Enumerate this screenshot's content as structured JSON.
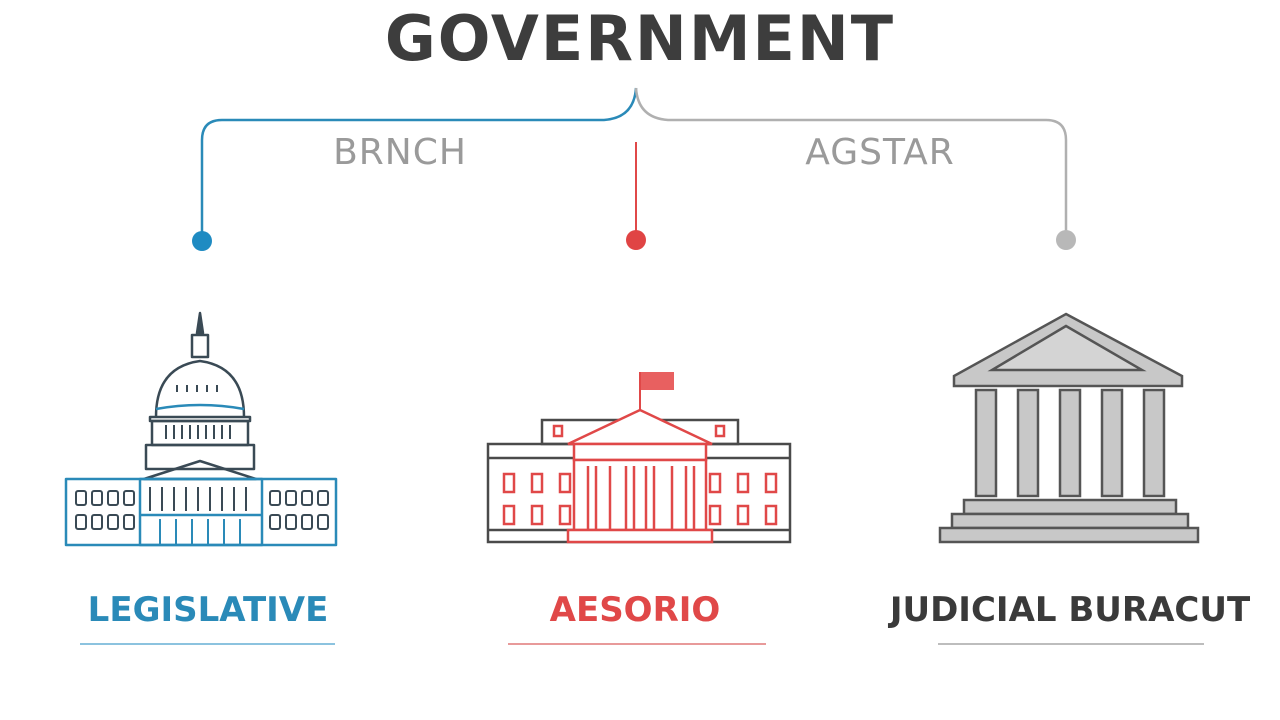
{
  "title": "GOVERNMENT",
  "connector_labels": {
    "left": "BRNCH",
    "right": "AGSTAR"
  },
  "colors": {
    "title": "#3d3d3d",
    "legislative": "#2a8ab8",
    "executive": "#e04848",
    "judicial": "#a8a8a8",
    "judicial_text": "#3a3a3a",
    "label_gray": "#9a9a9a"
  },
  "branches": [
    {
      "name": "LEGISLATIVE",
      "icon": "capitol-building-icon"
    },
    {
      "name": "AESORIO",
      "icon": "white-house-icon"
    },
    {
      "name": "JUDICIAL BURACUT",
      "icon": "courthouse-columns-icon"
    }
  ]
}
